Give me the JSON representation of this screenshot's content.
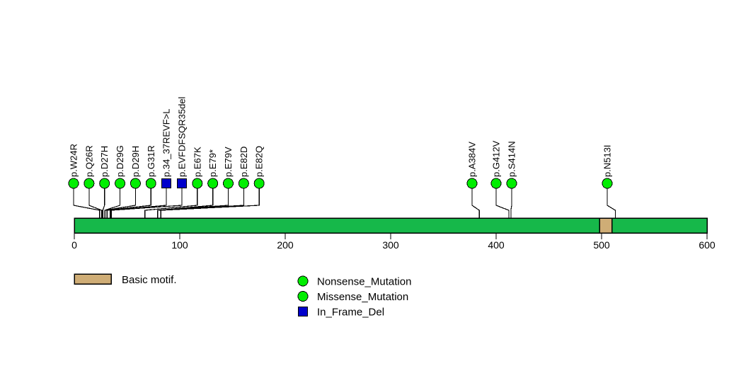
{
  "chart_data": {
    "type": "lollipop",
    "title": "",
    "xlabel": "",
    "ylabel": "",
    "xlim": [
      0,
      600
    ],
    "axis_ticks": [
      0,
      100,
      200,
      300,
      400,
      500,
      600
    ],
    "protein_length": 600,
    "protein_bar_color": "#16b84a",
    "grid": false,
    "domains": [
      {
        "name": "Basic motif.",
        "start": 498,
        "end": 510,
        "color": "#cfad76"
      }
    ],
    "mutations": [
      {
        "label": "p.W24R",
        "position": 24,
        "type": "Missense_Mutation",
        "marker": "circle",
        "color": "#00ee00"
      },
      {
        "label": "p.Q26R",
        "position": 26,
        "type": "Missense_Mutation",
        "marker": "circle",
        "color": "#00ee00"
      },
      {
        "label": "p.D27H",
        "position": 27,
        "type": "Missense_Mutation",
        "marker": "circle",
        "color": "#00ee00"
      },
      {
        "label": "p.D29G",
        "position": 29,
        "type": "Missense_Mutation",
        "marker": "circle",
        "color": "#00ee00"
      },
      {
        "label": "p.D29H",
        "position": 29,
        "type": "Missense_Mutation",
        "marker": "circle",
        "color": "#00ee00"
      },
      {
        "label": "p.G31R",
        "position": 31,
        "type": "Missense_Mutation",
        "marker": "circle",
        "color": "#00ee00"
      },
      {
        "label": "p.34_37REVF>L",
        "position": 34,
        "type": "In_Frame_Del",
        "marker": "square",
        "color": "#0000cc"
      },
      {
        "label": "p.EVFDFSQR35del",
        "position": 35,
        "type": "In_Frame_Del",
        "marker": "square",
        "color": "#0000cc"
      },
      {
        "label": "p.E67K",
        "position": 67,
        "type": "Missense_Mutation",
        "marker": "circle",
        "color": "#00ee00"
      },
      {
        "label": "p.E79*",
        "position": 79,
        "type": "Nonsense_Mutation",
        "marker": "circle",
        "color": "#00ee00"
      },
      {
        "label": "p.E79V",
        "position": 79,
        "type": "Missense_Mutation",
        "marker": "circle",
        "color": "#00ee00"
      },
      {
        "label": "p.E82D",
        "position": 82,
        "type": "Missense_Mutation",
        "marker": "circle",
        "color": "#00ee00"
      },
      {
        "label": "p.E82Q",
        "position": 82,
        "type": "Missense_Mutation",
        "marker": "circle",
        "color": "#00ee00"
      },
      {
        "label": "p.A384V",
        "position": 384,
        "type": "Missense_Mutation",
        "marker": "circle",
        "color": "#00ee00"
      },
      {
        "label": "p.G412V",
        "position": 412,
        "type": "Missense_Mutation",
        "marker": "circle",
        "color": "#00ee00"
      },
      {
        "label": "p.S414N",
        "position": 414,
        "type": "Missense_Mutation",
        "marker": "circle",
        "color": "#00ee00"
      },
      {
        "label": "p.N513I",
        "position": 513,
        "type": "Missense_Mutation",
        "marker": "circle",
        "color": "#00ee00"
      }
    ]
  },
  "axis": {
    "tick_labels": [
      "0",
      "100",
      "200",
      "300",
      "400",
      "500",
      "600"
    ]
  },
  "labels": {
    "m0": "p.W24R",
    "m1": "p.Q26R",
    "m2": "p.D27H",
    "m3": "p.D29G",
    "m4": "p.D29H",
    "m5": "p.G31R",
    "m6": "p.34_37REVF>L",
    "m7": "p.EVFDFSQR35del",
    "m8": "p.E67K",
    "m9": "p.E79*",
    "m10": "p.E79V",
    "m11": "p.E82D",
    "m12": "p.E82Q",
    "m13": "p.A384V",
    "m14": "p.G412V",
    "m15": "p.S414N",
    "m16": "p.N513I"
  },
  "legend": {
    "domain": {
      "swatch_color": "#cfad76",
      "label": "Basic motif."
    },
    "mutation_types": [
      {
        "label": "Nonsense_Mutation",
        "marker": "circle",
        "color": "#00ee00"
      },
      {
        "label": "Missense_Mutation",
        "marker": "circle",
        "color": "#00ee00"
      },
      {
        "label": "In_Frame_Del",
        "marker": "square",
        "color": "#0000cc"
      }
    ]
  }
}
